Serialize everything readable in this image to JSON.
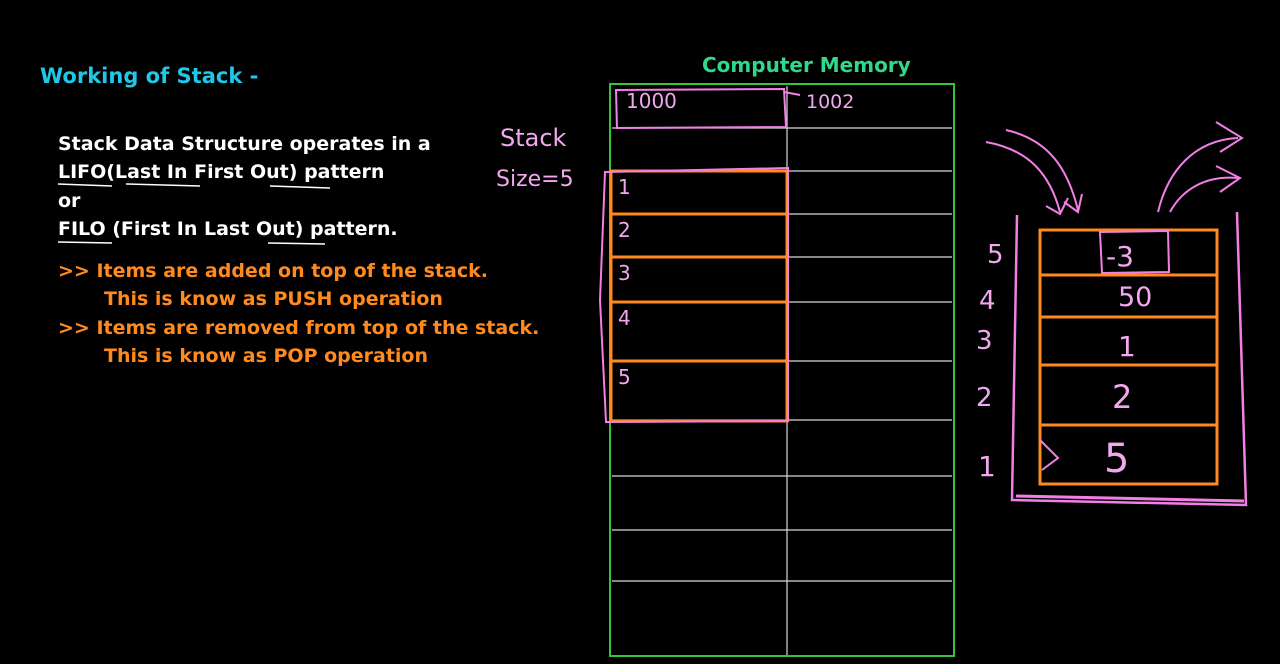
{
  "heading": "Working of Stack -",
  "intro": [
    "Stack Data Structure operates in a",
    "LIFO(Last In First Out) pattern",
    "or",
    "FILO (First In Last Out) pattern."
  ],
  "bullets": [
    ">> Items are added on top of the stack.",
    "This is know as PUSH operation",
    ">> Items are removed from top of the stack.",
    "This is know as POP operation"
  ],
  "memory": {
    "title": "Computer Memory",
    "addresses": [
      "1000",
      "1002"
    ],
    "stack_label": "Stack",
    "size_label": "Size=5",
    "slots": [
      "1",
      "2",
      "3",
      "4",
      "5"
    ]
  },
  "stack_drawing": {
    "positions": [
      "5",
      "4",
      "3",
      "2",
      "1"
    ],
    "values": [
      "-3",
      "50",
      "1",
      "2",
      "5"
    ]
  },
  "colors": {
    "heading": "#1ec8e6",
    "memory_title": "#2fd88a",
    "memory_border": "#36c436",
    "orange": "#ff8a1e",
    "pink": "#f27fe6",
    "white": "#ffffff"
  }
}
